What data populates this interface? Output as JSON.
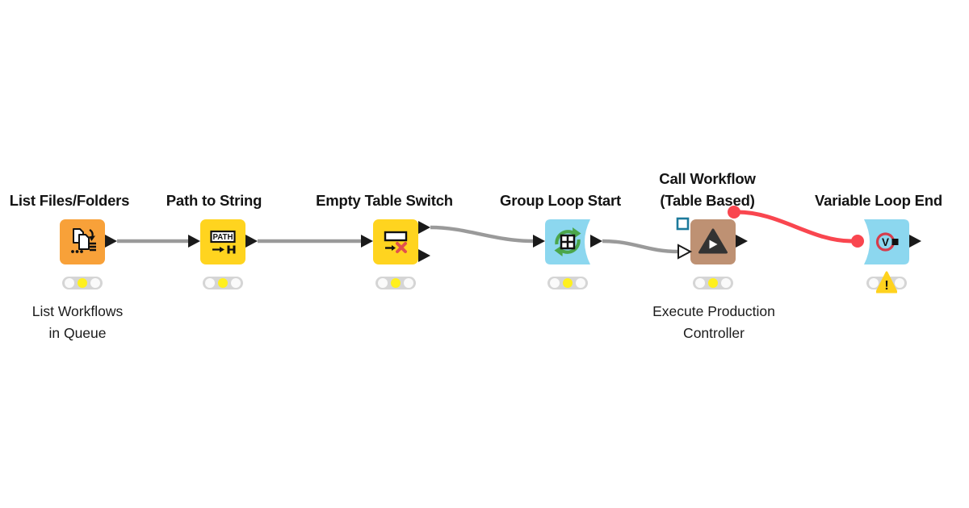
{
  "workflow": {
    "nodes": [
      {
        "name": "list-files-folders",
        "title1": "List Files/Folders",
        "label1": "List Workflows",
        "label2": "in Queue",
        "status": "configured"
      },
      {
        "name": "path-to-string",
        "title1": "Path to String",
        "icon_text": "PATH",
        "status": "configured"
      },
      {
        "name": "empty-table-switch",
        "title1": "Empty Table Switch",
        "status": "configured"
      },
      {
        "name": "group-loop-start",
        "title1": "Group Loop Start",
        "status": "configured"
      },
      {
        "name": "call-workflow-table-based",
        "title1": "Call Workflow",
        "title2": "(Table Based)",
        "label1": "Execute Production",
        "label2": "Controller",
        "status": "configured"
      },
      {
        "name": "variable-loop-end",
        "title1": "Variable Loop End",
        "icon_text": "V",
        "warning_text": "!",
        "status": "warning"
      }
    ]
  },
  "colors": {
    "canvas_bg": "#ffffff",
    "node_orange": "#F8A139",
    "node_yellow": "#FFD41F",
    "node_blue": "#8CD7EF",
    "node_brown": "#BE9173",
    "wire_gray": "#9A9A9A",
    "wire_red": "#F9464F",
    "port_black": "#1A1A1A",
    "port_teal": "#1C7A9B",
    "traffic_bg": "#D5D5D5",
    "traffic_off": "#FAFAFA",
    "traffic_yellow": "#FFF01E",
    "warning_yellow": "#FFD21E",
    "icon_green": "#4BA64B",
    "icon_red": "#E1514D",
    "icon_dark": "#333333",
    "icon_crimson": "#D63C4C"
  }
}
